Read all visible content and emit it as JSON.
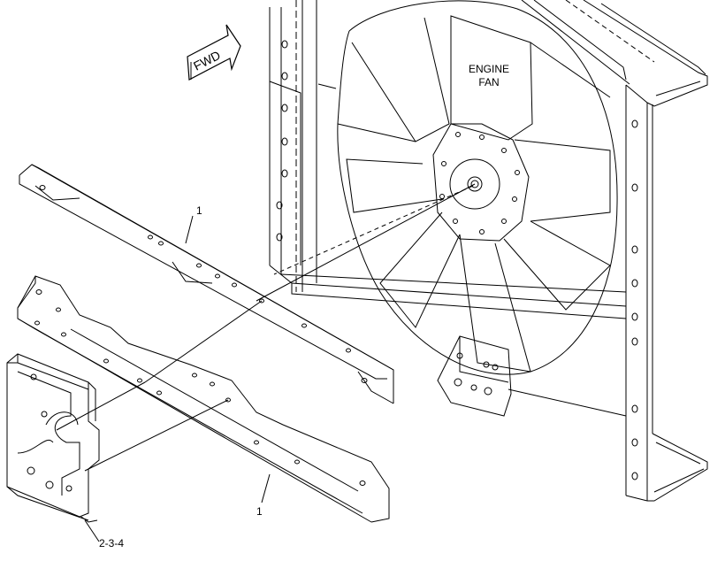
{
  "labels": {
    "engine_fan_line1": "ENGINE",
    "engine_fan_line2": "FAN",
    "fwd": "FWD",
    "callout_upper_bar": "1",
    "callout_lower_bar": "1",
    "callout_bracket": "2-3-4"
  },
  "colors": {
    "line": "#000000",
    "background": "#ffffff"
  }
}
